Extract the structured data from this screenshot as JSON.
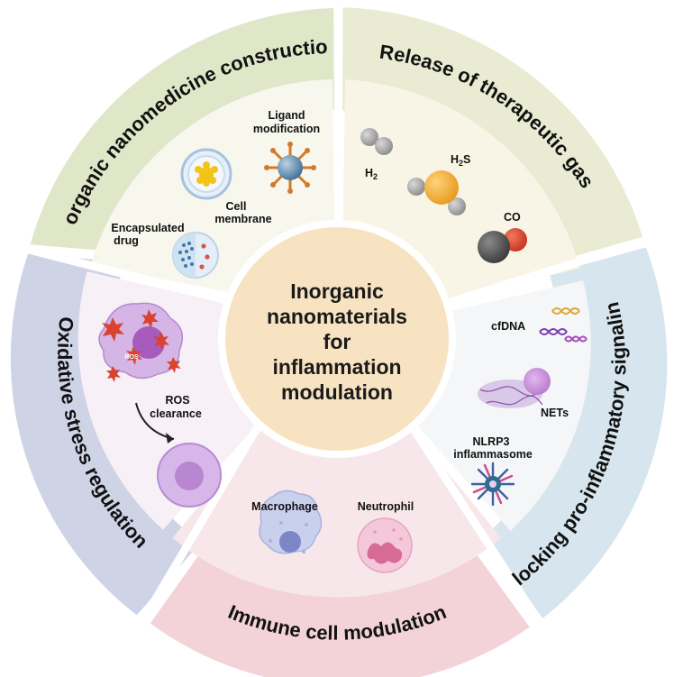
{
  "center": {
    "title_lines": [
      "Inorganic",
      "nanomaterials",
      "for",
      "inflammation",
      "modulation"
    ]
  },
  "sections": {
    "construction": {
      "title": "Inorganic nanomedicine construction",
      "labels": {
        "ligand_1": "Ligand",
        "ligand_2": "modification",
        "cell_membrane_1": "Cell",
        "cell_membrane_2": "membrane",
        "encapsulated_1": "Encapsulated",
        "encapsulated_2": "drug"
      }
    },
    "gas": {
      "title": "Release of therapeutic gas",
      "labels": {
        "h2": "H",
        "h2_sub": "2",
        "h2s_h": "H",
        "h2s_sub": "2",
        "h2s_s": "S",
        "co": "CO"
      }
    },
    "signaling": {
      "title": "Blocking pro-inflammatory signaling",
      "labels": {
        "cfdna": "cfDNA",
        "nets": "NETs",
        "nlrp3_1": "NLRP3",
        "nlrp3_2": "inflammasome"
      }
    },
    "immune": {
      "title": "Immune cell modulation",
      "labels": {
        "macrophage": "Macrophage",
        "neutrophil": "Neutrophil"
      }
    },
    "oxidative": {
      "title": "Oxidative stress regulation",
      "labels": {
        "ros_1": "ROS",
        "ros_2": "clearance",
        "ros_badge": "ROS"
      }
    }
  },
  "colors": {
    "construction": "#dfe7c8",
    "gas": "#e9ebd2",
    "signaling": "#d7e6ee",
    "immune": "#f3d3d8",
    "oxidative": "#cfd3e6",
    "center": "#f7e3c1"
  }
}
